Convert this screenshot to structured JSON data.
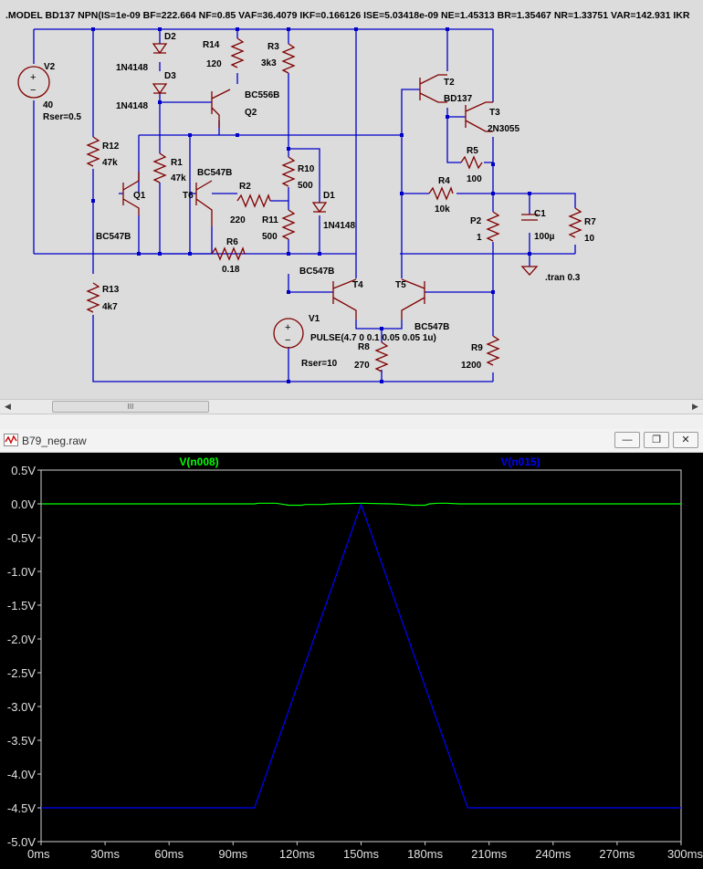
{
  "schematic": {
    "model_text": ".MODEL BD137 NPN(IS=1e-09 BF=222.664 NF=0.85 VAF=36.4079 IKF=0.166126 ISE=5.03418e-09 NE=1.45313 BR=1.35467 NR=1.33751 VAR=142.931 IKR",
    "directive_tran": ".tran 0.3",
    "labels": {
      "d2": "D2",
      "d2_model": "1N4148",
      "d3": "D3",
      "d3_model": "1N4148",
      "r14": "R14",
      "r14_val": "120",
      "r3": "R3",
      "r3_val": "3k3",
      "q2_model": "BC556B",
      "q2": "Q2",
      "v2": "V2",
      "v2_val": "40",
      "v2_rser": "Rser=0.5",
      "r12": "R12",
      "r12_val": "47k",
      "q1": "Q1",
      "q1_model": "BC547B",
      "r1": "R1",
      "r1_val": "47k",
      "t6_model": "BC547B",
      "t6": "T6",
      "r2": "R2",
      "r2_val": "220",
      "r11": "R11",
      "r11_val": "500",
      "r10": "R10",
      "r10_val": "500",
      "d1": "D1",
      "d1_model": "1N4148",
      "r6": "R6",
      "r6_val": "0.18",
      "r13": "R13",
      "r13_val": "4k7",
      "t2": "T2",
      "t2_model": "BD137",
      "t3": "T3",
      "t3_model": "2N3055",
      "r5": "R5",
      "r5_val": "100",
      "r4": "R4",
      "r4_val": "10k",
      "p2": "P2",
      "p2_val": "1",
      "c1": "C1",
      "c1_val": "100µ",
      "r7": "R7",
      "r7_val": "10",
      "t4_model": "BC547B",
      "t4": "T4",
      "t5": "T5",
      "t5_model": "BC547B",
      "v1": "V1",
      "v1_pulse": "PULSE(4.7 0 0.1 0.05 0.05 1u)",
      "v1_rser": "Rser=10",
      "r8": "R8",
      "r8_val": "270",
      "r9": "R9",
      "r9_val": "1200"
    }
  },
  "scrollbar": {
    "left_arrow": "◀",
    "right_arrow": "▶",
    "thumb_grip": "III"
  },
  "plot_window": {
    "title": "B79_neg.raw",
    "icon": "waveform-icon",
    "buttons": {
      "minimize": "—",
      "restore": "❐",
      "close": "✕"
    }
  },
  "chart_data": {
    "type": "line",
    "xlabel": "",
    "ylabel": "",
    "xlim": [
      0,
      300
    ],
    "ylim": [
      -5.0,
      0.5
    ],
    "x_ticks": [
      "0ms",
      "30ms",
      "60ms",
      "90ms",
      "120ms",
      "150ms",
      "180ms",
      "210ms",
      "240ms",
      "270ms",
      "300ms"
    ],
    "y_ticks": [
      "0.5V",
      "0.0V",
      "-0.5V",
      "-1.0V",
      "-1.5V",
      "-2.0V",
      "-2.5V",
      "-3.0V",
      "-3.5V",
      "-4.0V",
      "-4.5V",
      "-5.0V"
    ],
    "grid": false,
    "series": [
      {
        "name": "V(n008)",
        "color": "#00ff00",
        "x": [
          0,
          100,
          102,
          110,
          114,
          116,
          122,
          124,
          132,
          136,
          150,
          164,
          170,
          174,
          180,
          182,
          186,
          190,
          196,
          200,
          300
        ],
        "y": [
          0.0,
          0.0,
          0.01,
          0.01,
          -0.01,
          -0.02,
          -0.02,
          -0.01,
          -0.01,
          0.0,
          0.01,
          0.0,
          -0.01,
          -0.02,
          -0.02,
          0.0,
          0.01,
          0.01,
          0.0,
          0.0,
          0.0
        ]
      },
      {
        "name": "V(n015)",
        "color": "#0000ff",
        "x": [
          0,
          100,
          150,
          200,
          300
        ],
        "y": [
          -4.5,
          -4.5,
          -0.01,
          -4.5,
          -4.5
        ]
      }
    ]
  }
}
